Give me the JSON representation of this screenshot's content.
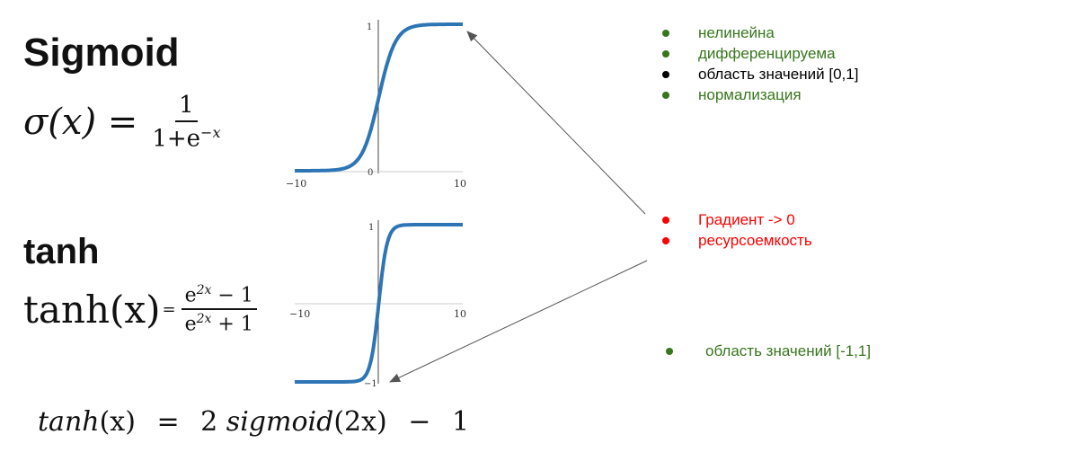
{
  "sigmoid": {
    "title": "Sigmoid",
    "lhs": "σ(x) =",
    "numerator": "1",
    "denominator": "1+e",
    "denominator_exp": "−x"
  },
  "tanh": {
    "title": "tanh",
    "lhs": "tanh(x)",
    "eq": "=",
    "numerator": "e",
    "numerator_exp": "2x",
    "numerator_tail": " − 1",
    "denominator": "e",
    "denominator_exp": "2x",
    "denominator_tail": " + 1"
  },
  "identity": {
    "lhs": "tanh",
    "lhs_arg": "(x)",
    "eq": "=",
    "coef": "2",
    "fn": "sigmoid",
    "fn_arg": "(2x)",
    "minus": "−",
    "one": "1"
  },
  "plot_sigmoid": {
    "y_top": "1",
    "y_bottom": "0",
    "x_left": "−10",
    "x_right": "10"
  },
  "plot_tanh": {
    "y_top": "1",
    "y_bottom": "−1",
    "x_left": "−10",
    "x_right": "10"
  },
  "colors": {
    "green": "#38761d",
    "red": "#ff0000",
    "black": "#000000",
    "curve": "#2e75b6"
  },
  "pros": [
    {
      "text": "нелинейна",
      "color": "#38761d"
    },
    {
      "text": "дифференцируема",
      "color": "#38761d"
    },
    {
      "text": "область значений [0,1]",
      "color": "#000000"
    },
    {
      "text": "нормализация",
      "color": "#38761d"
    }
  ],
  "cons": [
    {
      "text": "Градиент -> 0",
      "color": "#ff0000"
    },
    {
      "text": "ресурсоемкость",
      "color": "#ff0000"
    }
  ],
  "tanh_range": {
    "text": "область значений [-1,1]",
    "color": "#38761d"
  }
}
